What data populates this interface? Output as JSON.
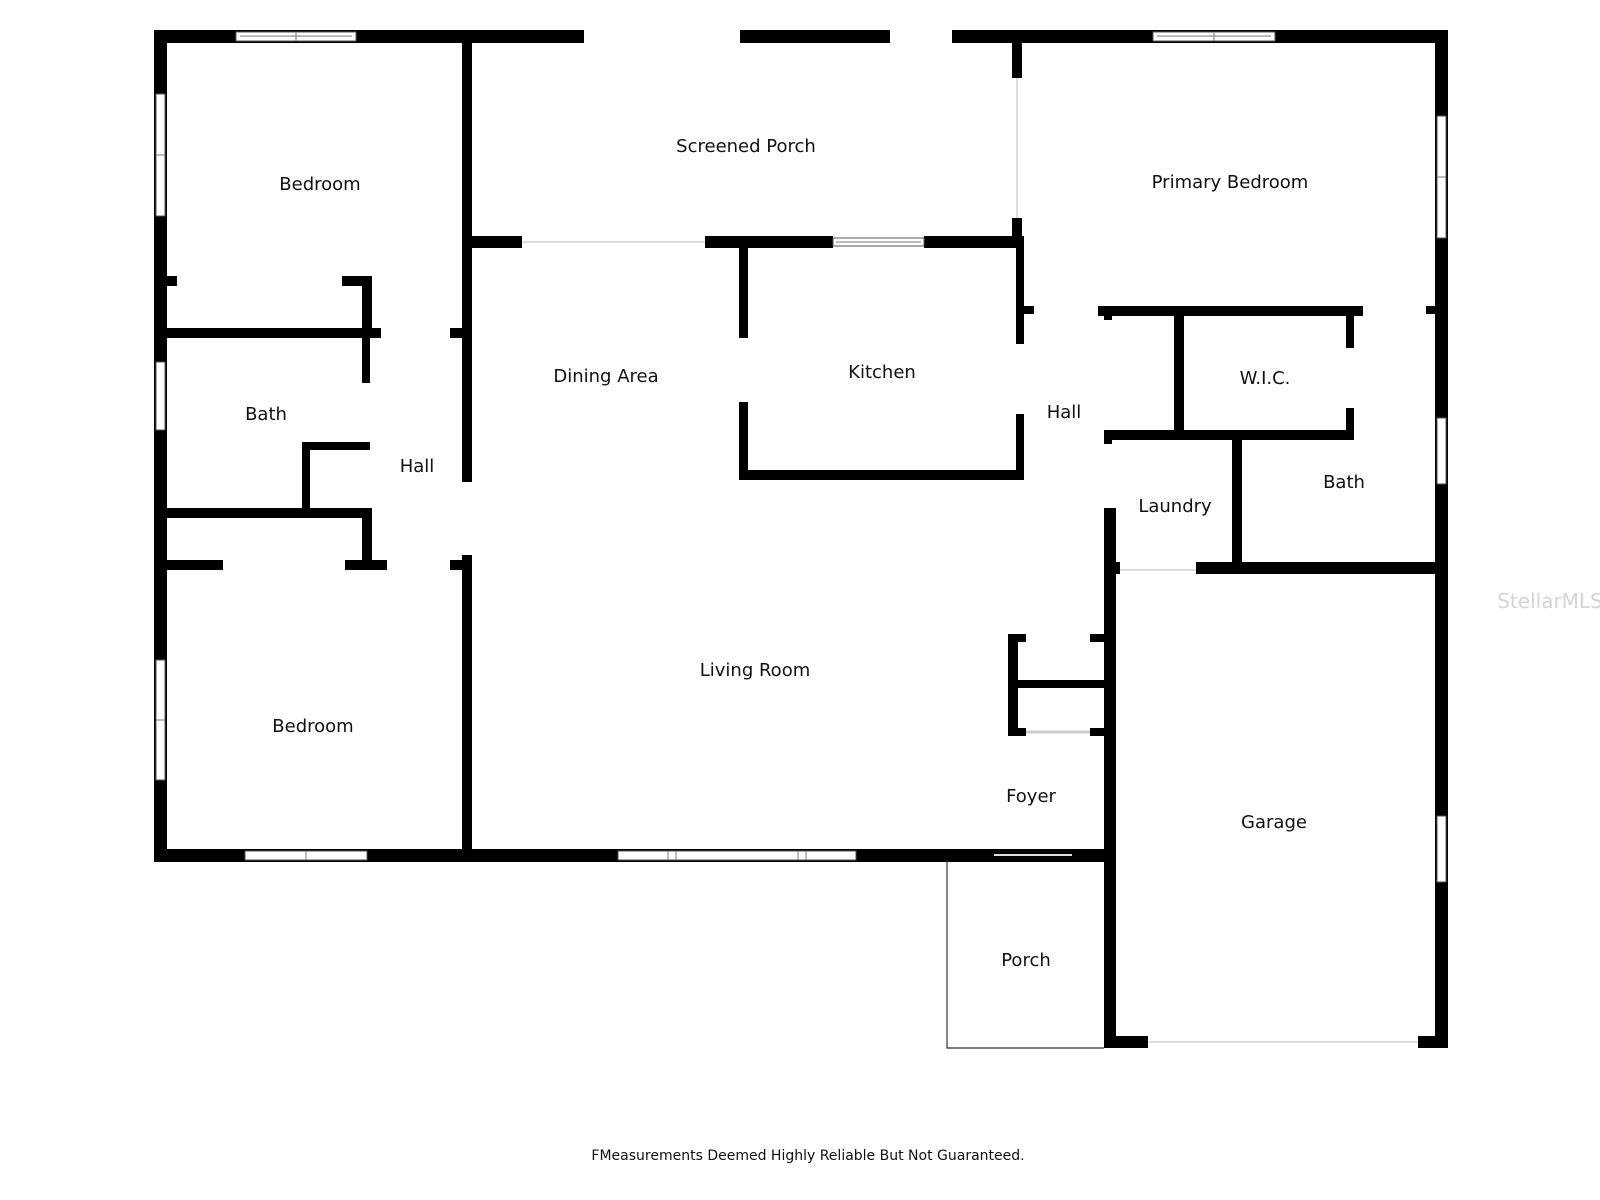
{
  "rooms": {
    "screened_porch": "Screened Porch",
    "bedroom_top_left": "Bedroom",
    "primary_bedroom": "Primary Bedroom",
    "dining_area": "Dining Area",
    "kitchen": "Kitchen",
    "hall_right": "Hall",
    "wic": "W.I.C.",
    "bath_left": "Bath",
    "hall_left": "Hall",
    "laundry": "Laundry",
    "bath_right": "Bath",
    "living_room": "Living Room",
    "bedroom_bottom_left": "Bedroom",
    "foyer": "Foyer",
    "garage": "Garage",
    "porch": "Porch"
  },
  "footer_note": "FMeasurements Deemed Highly Reliable But Not Guaranteed.",
  "watermark": "StellarMLS",
  "colors": {
    "wall": "#000000",
    "background": "#ffffff",
    "text": "#111111"
  }
}
